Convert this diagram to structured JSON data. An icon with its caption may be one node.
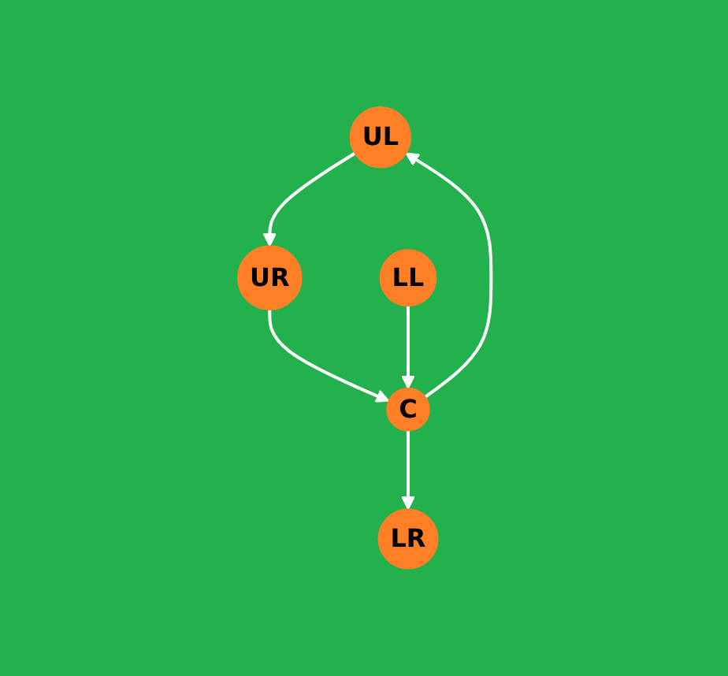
{
  "diagram": {
    "nodes": [
      {
        "text": [
          "UL"
        ]
      },
      {
        "text": [
          "UR"
        ]
      },
      {
        "text": [
          "C"
        ]
      },
      {
        "text": [
          "LL"
        ]
      },
      {
        "text": [
          "LR"
        ]
      }
    ],
    "edges": [
      {
        "from": 0,
        "to": 1,
        "arrow": "to"
      },
      {
        "from": 1,
        "to": 2,
        "arrow": "to"
      },
      {
        "from": 2,
        "to": 0,
        "arrow": "to"
      },
      {
        "from": 3,
        "to": 2,
        "arrow": "to"
      },
      {
        "from": 2,
        "to": 4,
        "arrow": "to"
      }
    ]
  }
}
